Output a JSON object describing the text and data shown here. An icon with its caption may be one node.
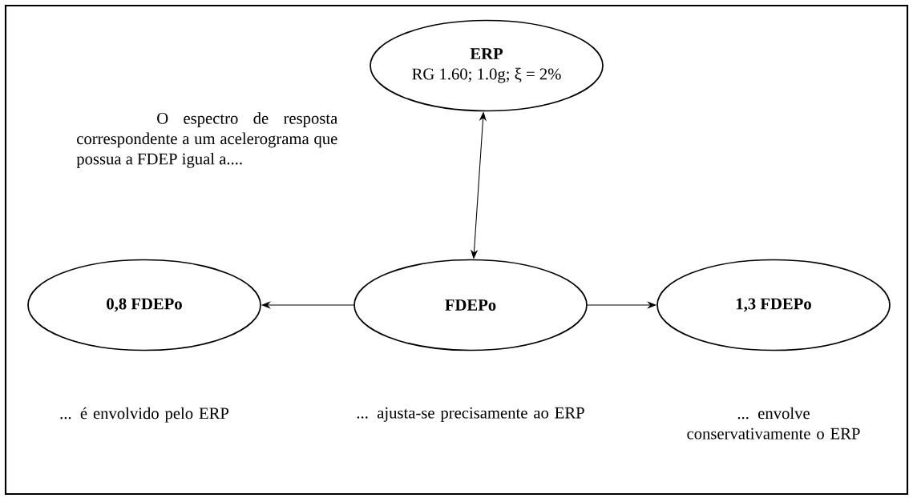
{
  "diagram": {
    "nodes": [
      {
        "text": [
          "ERP",
          "RG 1.60; 1.0g; ξ = 2%"
        ]
      },
      {
        "text": [
          "0,8 FDEPo"
        ],
        "beside": [
          "... é envolvido pelo ERP"
        ]
      },
      {
        "text": [
          "FDEPo"
        ],
        "beside": [
          "... ajusta-se precisamente ao ERP"
        ]
      },
      {
        "text": [
          "1,3 FDEPo"
        ],
        "beside": [
          "... envolve conservativamente o ERP"
        ]
      }
    ],
    "edges": [
      {
        "from": 2,
        "to": 0,
        "arrow": "both"
      },
      {
        "from": 2,
        "to": 1,
        "arrow": "to"
      },
      {
        "from": 2,
        "to": 3,
        "arrow": "to"
      }
    ],
    "labels": [
      "O espectro de resposta correspondente a um acelerograma que possua a FDEP igual a...."
    ]
  }
}
